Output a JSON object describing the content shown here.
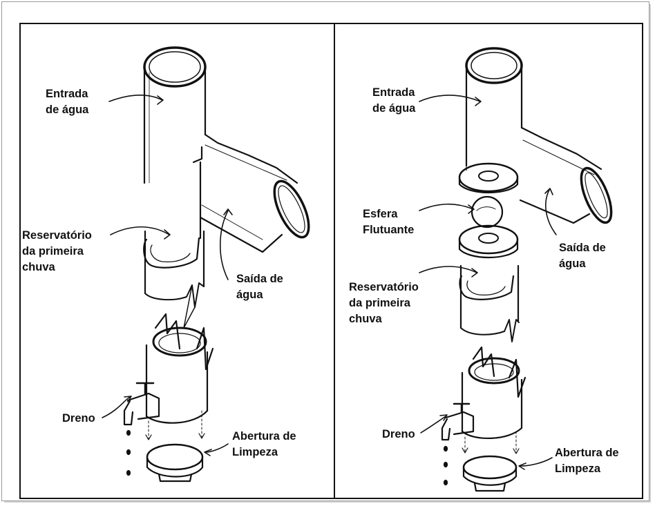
{
  "left_panel": {
    "water_inlet": [
      "Entrada",
      "de água"
    ],
    "first_rain_reservoir": [
      "Reservatório",
      "da primeira",
      "chuva"
    ],
    "water_outlet": [
      "Saída de",
      "água"
    ],
    "drain": "Dreno",
    "cleaning_opening": [
      "Abertura de",
      "Limpeza"
    ]
  },
  "right_panel": {
    "water_inlet": [
      "Entrada",
      "de água"
    ],
    "floating_sphere": [
      "Esfera",
      "Flutuante"
    ],
    "first_rain_reservoir": [
      "Reservatório",
      "da primeira",
      "chuva"
    ],
    "water_outlet": [
      "Saída de",
      "água"
    ],
    "drain": "Dreno",
    "cleaning_opening": [
      "Abertura de",
      "Limpeza"
    ]
  },
  "colors": {
    "line": "#111111",
    "panel_border": "#111111",
    "frame_shadow": "#cfcfcf"
  }
}
